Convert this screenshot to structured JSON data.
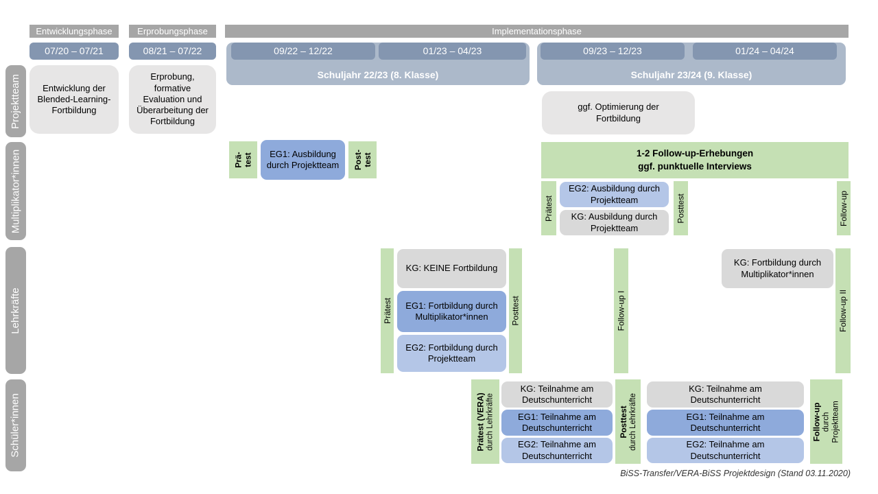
{
  "phases": {
    "p1": "Entwicklungsphase",
    "p2": "Erprobungsphase",
    "p3": "Implementationsphase"
  },
  "dates": {
    "d1": "07/20 – 07/21",
    "d2": "08/21 – 07/22",
    "d3": "09/22 – 12/22",
    "d4": "01/23 – 04/23",
    "d5": "09/23 – 12/23",
    "d6": "01/24 – 04/24"
  },
  "school_years": {
    "sy1": "Schuljahr 22/23 (8. Klasse)",
    "sy2": "Schuljahr 23/24 (9. Klasse)"
  },
  "row_labels": {
    "projektteam": "Projektteam",
    "multiplikatoren": "Multiplikator*innen",
    "lehrkraefte": "Lehrkräfte",
    "schueler": "Schüler*innen"
  },
  "projektteam_row": {
    "entwicklung": "Entwicklung der Blended-Learning-Fortbildung",
    "erprobung": "Erprobung, formative Evaluation und Überarbeitung der Fortbildung",
    "optimierung": "ggf. Optimierung der Fortbildung"
  },
  "multiplikatoren_row": {
    "praetest1_l1": "Prä-",
    "praetest1_l2": "test",
    "eg1": "EG1: Ausbildung durch Projektteam",
    "posttest1_l1": "Post-",
    "posttest1_l2": "test",
    "followup_banner_l1": "1-2 Follow-up-Erhebungen",
    "followup_banner_l2": "ggf. punktuelle Interviews",
    "praetest2": "Prätest",
    "eg2": "EG2: Ausbildung durch Projektteam",
    "kg": "KG: Ausbildung durch Projektteam",
    "posttest2": "Posttest",
    "followup": "Follow-up"
  },
  "lehrkraefte_row": {
    "praetest": "Prätest",
    "kg1": "KG: KEINE Fortbildung",
    "eg1": "EG1: Fortbildung durch Multiplikator*innen",
    "eg2": "EG2: Fortbildung durch Projektteam",
    "posttest": "Posttest",
    "followup1": "Follow-up I",
    "kg2": "KG: Fortbildung durch Multiplikator*innen",
    "followup2": "Follow-up II"
  },
  "schueler_row": {
    "praetest_main": "Prätest (VERA)",
    "praetest_sub": "durch Lehrkräfte",
    "kg1": "KG: Teilnahme am Deutschunterricht",
    "eg1a": "EG1: Teilnahme am Deutschunterricht",
    "eg2a": "EG2: Teilnahme am Deutschunterricht",
    "posttest_main": "Posttest",
    "posttest_sub": "durch Lehrkräfte",
    "kg2": "KG: Teilnahme am Deutschunterricht",
    "eg1b": "EG1: Teilnahme am Deutschunterricht",
    "eg2b": "EG2: Teilnahme am Deutschunterricht",
    "followup_main": "Follow-up",
    "followup_sub1": "durch",
    "followup_sub2": "Projektteam"
  },
  "footer": {
    "caption": "BiSS-Transfer/VERA-BiSS Projektdesign (Stand 03.11.2020)"
  },
  "colors": {
    "header_gray": "#a6a6a6",
    "date_blue_gray": "#8496b0",
    "schuljahr_banner_blue": "#acb9ca",
    "projektteam_box_gray": "#e7e6e6",
    "kg_gray": "#d9d9d9",
    "eg1_blue": "#8eaadb",
    "eg2_blue": "#b4c6e7",
    "test_green": "#c5e0b4"
  }
}
